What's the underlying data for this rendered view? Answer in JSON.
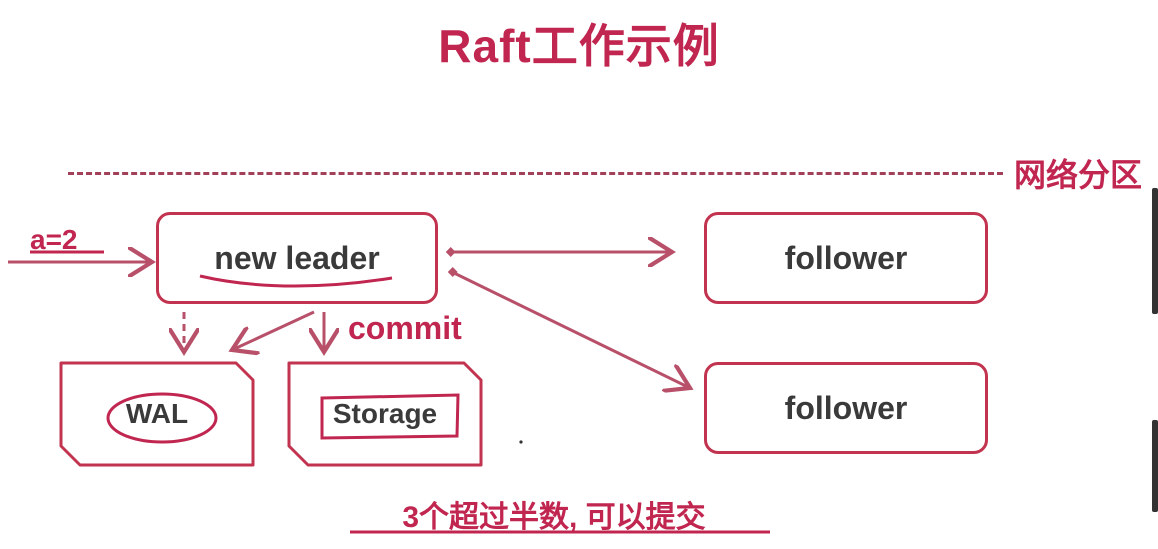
{
  "title": "Raft工作示例",
  "partition_label": "网络分区",
  "nodes": {
    "leader": "new leader",
    "follower_1": "follower",
    "follower_2": "follower"
  },
  "storage": {
    "wal": "WAL",
    "storage": "Storage"
  },
  "commit_label": "commit",
  "input_label": "a=2",
  "bottom_note": "3个超过半数, 可以提交",
  "colors": {
    "accent": "#c0264f",
    "box_border": "#c2334f",
    "arrow": "#b8506a",
    "text": "#3a3a3a"
  }
}
